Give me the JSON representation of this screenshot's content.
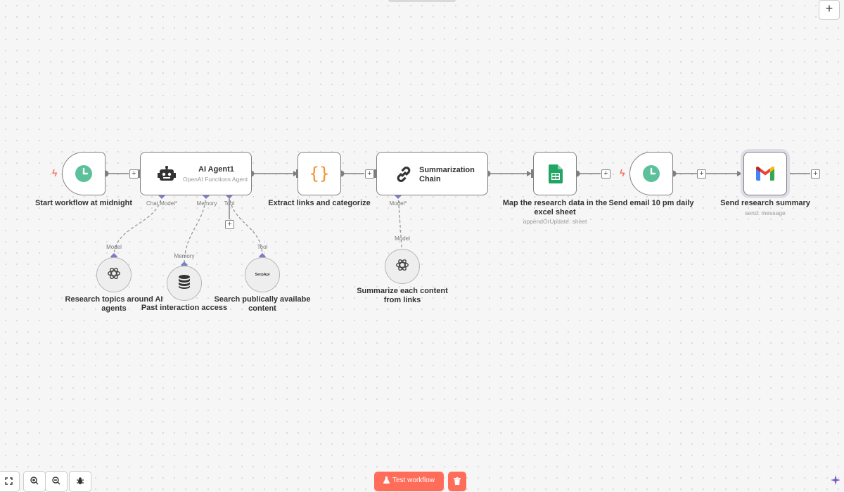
{
  "canvas": {
    "zoom_in_icon": "zoom-in-icon",
    "add_node_label": "+"
  },
  "nodes": {
    "start": {
      "label": "Start workflow at midnight",
      "icon": "clock-icon"
    },
    "agent": {
      "title": "AI Agent1",
      "subtitle": "OpenAI Functions Agent",
      "icon": "robot-icon",
      "ports": {
        "chat_model": "Chat Model*",
        "memory": "Memory",
        "tool": "Tool"
      }
    },
    "extract": {
      "label": "Extract links and categorize",
      "icon": "code-braces-icon"
    },
    "summarize": {
      "title": "Summarization Chain",
      "icon": "chain-link-icon",
      "ports": {
        "model": "Model*"
      }
    },
    "sheet": {
      "label": "Map the research data in the excel sheet",
      "sublabel": "appendOrUpdate: sheet",
      "icon": "google-sheets-icon"
    },
    "email_trigger": {
      "label": "Send email 10 pm daily",
      "icon": "clock-icon"
    },
    "gmail": {
      "label": "Send research summary",
      "sublabel": "send: message",
      "icon": "gmail-icon"
    },
    "research_model": {
      "label": "Research topics around AI agents",
      "port": "Model",
      "icon": "openai-icon"
    },
    "memory": {
      "label": "Past interaction access",
      "port": "Memory",
      "icon": "database-icon"
    },
    "serp": {
      "label": "Search publically availabe content",
      "port": "Tool",
      "icon_text": "SerpApi"
    },
    "summary_model": {
      "label": "Summarize each content from links",
      "port": "Model",
      "icon": "openai-icon"
    }
  },
  "toolbar": {
    "test_workflow": "Test workflow",
    "fit_view_icon": "fit-view-icon",
    "zoom_in_icon": "zoom-in-icon",
    "zoom_out_icon": "zoom-out-icon",
    "debug_icon": "bug-icon",
    "delete_icon": "trash-icon",
    "assistant_icon": "sparkle-icon"
  },
  "colors": {
    "accent": "#ff6d5a",
    "clock": "#5cc19b",
    "port": "#7c7ec4",
    "sheets": "#21a464"
  }
}
